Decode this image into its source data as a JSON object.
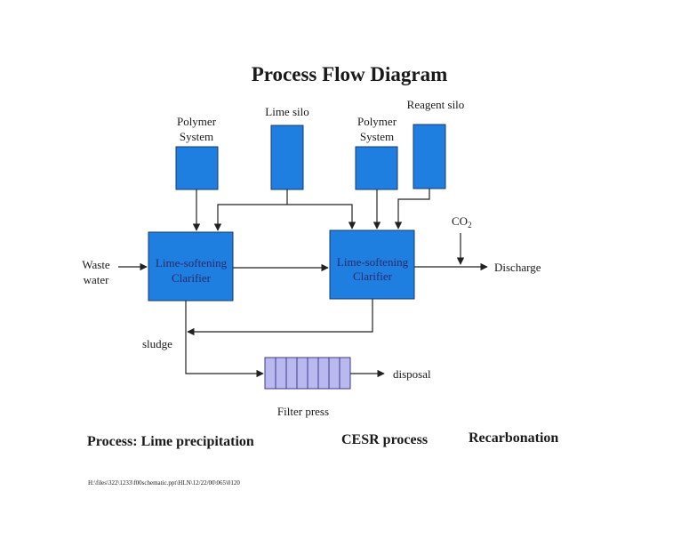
{
  "title": "Process Flow Diagram",
  "colors": {
    "unit_fill": "#1f7fe0",
    "unit_stroke": "#16386e",
    "press_fill": "#b9b9ef",
    "press_stroke": "#3a3a8a",
    "line": "#222222"
  },
  "labels": {
    "polymer_system_1": [
      "Polymer",
      "System"
    ],
    "lime_silo": "Lime silo",
    "polymer_system_2": [
      "Polymer",
      "System"
    ],
    "reagent_silo": "Reagent silo",
    "co2_main": "CO",
    "co2_sub": "2",
    "waste_water": [
      "Waste",
      "water"
    ],
    "discharge": "Discharge",
    "clarifier_1": [
      "Lime-softening",
      "Clarifier"
    ],
    "clarifier_2": [
      "Lime-softening",
      "Clarifier"
    ],
    "sludge": "sludge",
    "disposal": "disposal",
    "filter_press": "Filter press"
  },
  "processes": {
    "lime_precipitation": "Process:  Lime precipitation",
    "cesr": "CESR process",
    "recarbonation": "Recarbonation"
  },
  "file_path": "H:\\files\\322\\1233\\f00schematic.ppt\\HLN\\12/22/00\\065\\0120"
}
